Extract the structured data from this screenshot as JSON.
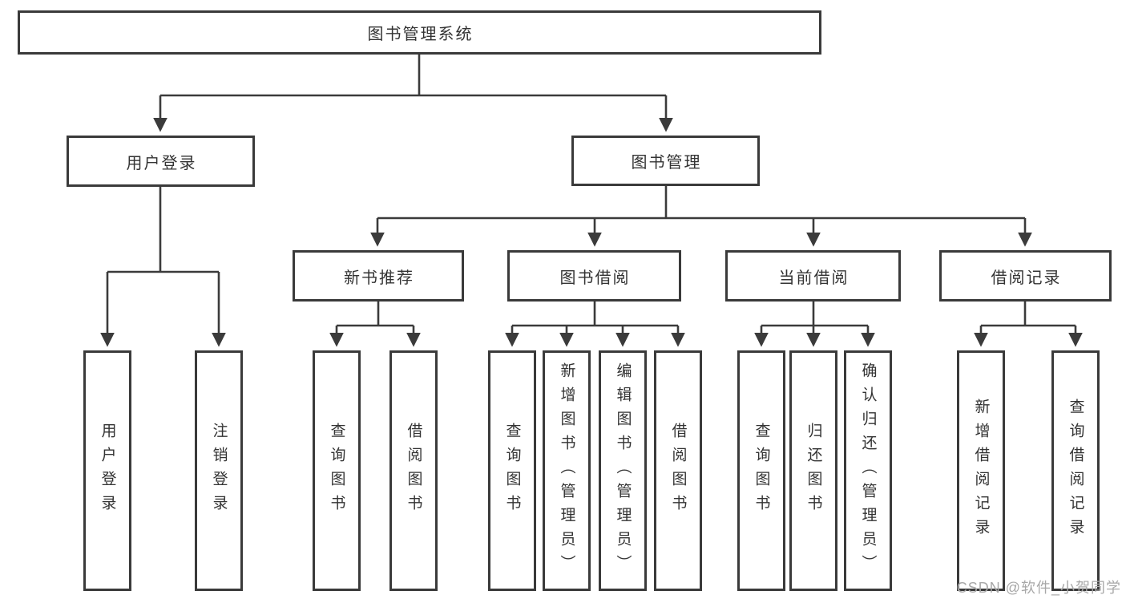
{
  "watermark": "CSDN @软件_小贺同学",
  "colors": {
    "line": "#3b3b3b",
    "box_border": "#3a3a3a",
    "text": "#333333",
    "watermark": "#a8a8a8",
    "background": "#ffffff"
  },
  "diagram": {
    "type": "feature-tree",
    "root": {
      "label": "图书管理系统",
      "children": [
        {
          "label": "用户登录",
          "children": [
            {
              "label": "用户登录"
            },
            {
              "label": "注销登录"
            }
          ]
        },
        {
          "label": "图书管理",
          "children": [
            {
              "label": "新书推荐",
              "children": [
                {
                  "label": "查询图书"
                },
                {
                  "label": "借阅图书"
                }
              ]
            },
            {
              "label": "图书借阅",
              "children": [
                {
                  "label": "查询图书"
                },
                {
                  "label": "新增图书（管理员）"
                },
                {
                  "label": "编辑图书（管理员）"
                },
                {
                  "label": "借阅图书"
                }
              ]
            },
            {
              "label": "当前借阅",
              "children": [
                {
                  "label": "查询图书"
                },
                {
                  "label": "归还图书"
                },
                {
                  "label": "确认归还（管理员）"
                }
              ]
            },
            {
              "label": "借阅记录",
              "children": [
                {
                  "label": "新增借阅记录"
                },
                {
                  "label": "查询借阅记录"
                }
              ]
            }
          ]
        }
      ]
    }
  }
}
